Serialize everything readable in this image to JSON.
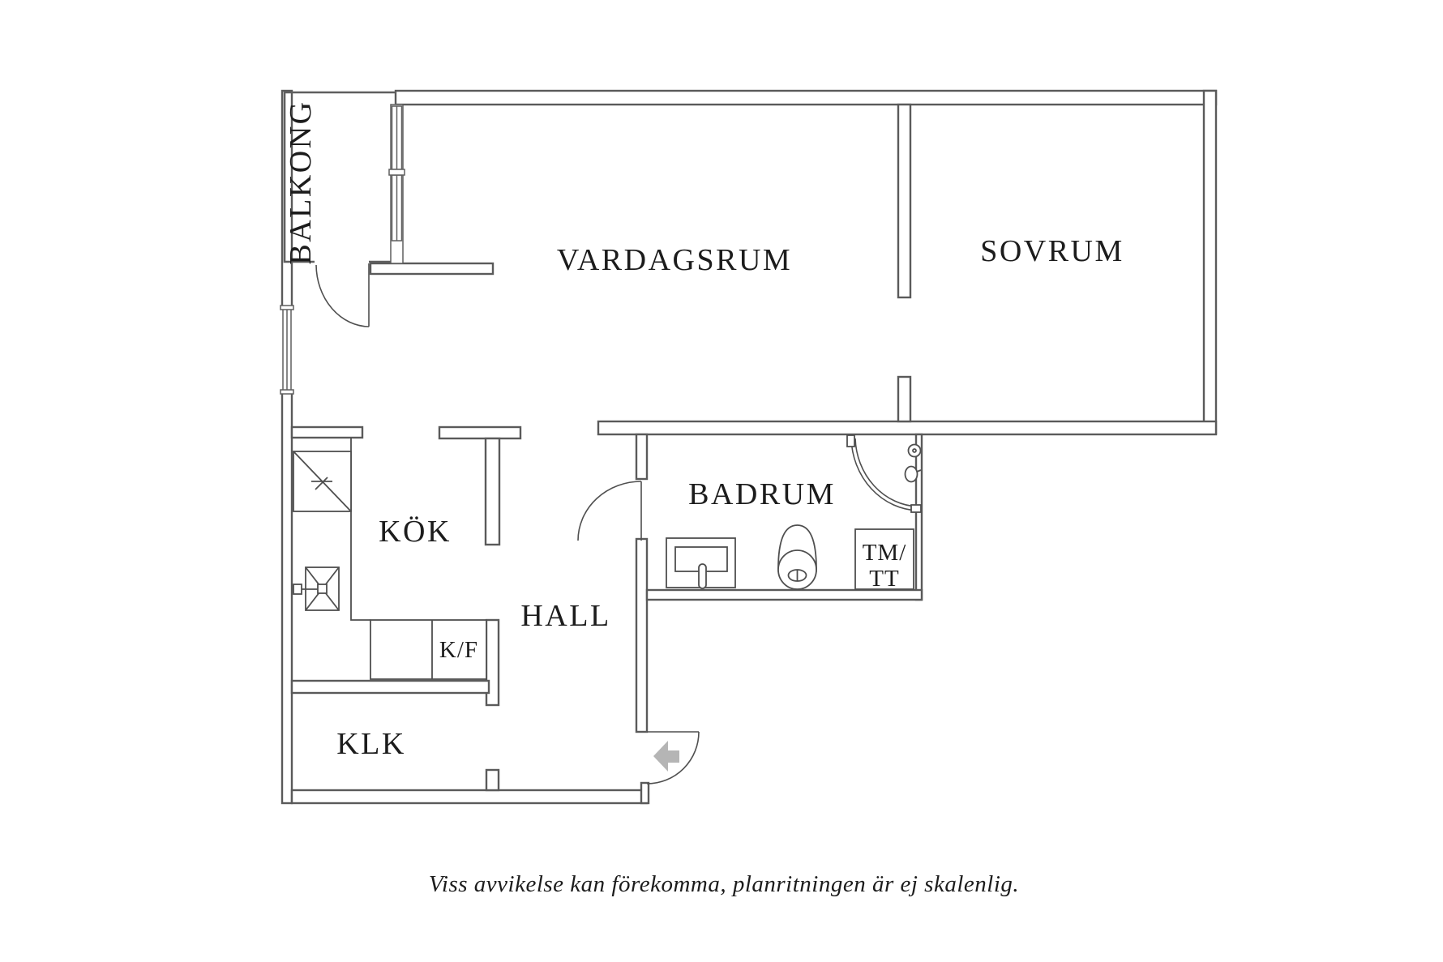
{
  "colors": {
    "wall_line": "#5a5a5a",
    "text": "#1c1c1c",
    "entry_arrow": "#b5b5b5",
    "background": "#ffffff"
  },
  "rooms": {
    "balkong": "BALKONG",
    "vardagsrum": "VARDAGSRUM",
    "sovrum": "SOVRUM",
    "kok": "KÖK",
    "badrum": "BADRUM",
    "hall": "HALL",
    "klk": "KLK"
  },
  "appliances": {
    "fridge_freezer": "K/F",
    "washer_line1": "TM/",
    "washer_line2": "TT"
  },
  "disclaimer": "Viss avvikelse kan förekomma, planritningen är ej skalenlig."
}
